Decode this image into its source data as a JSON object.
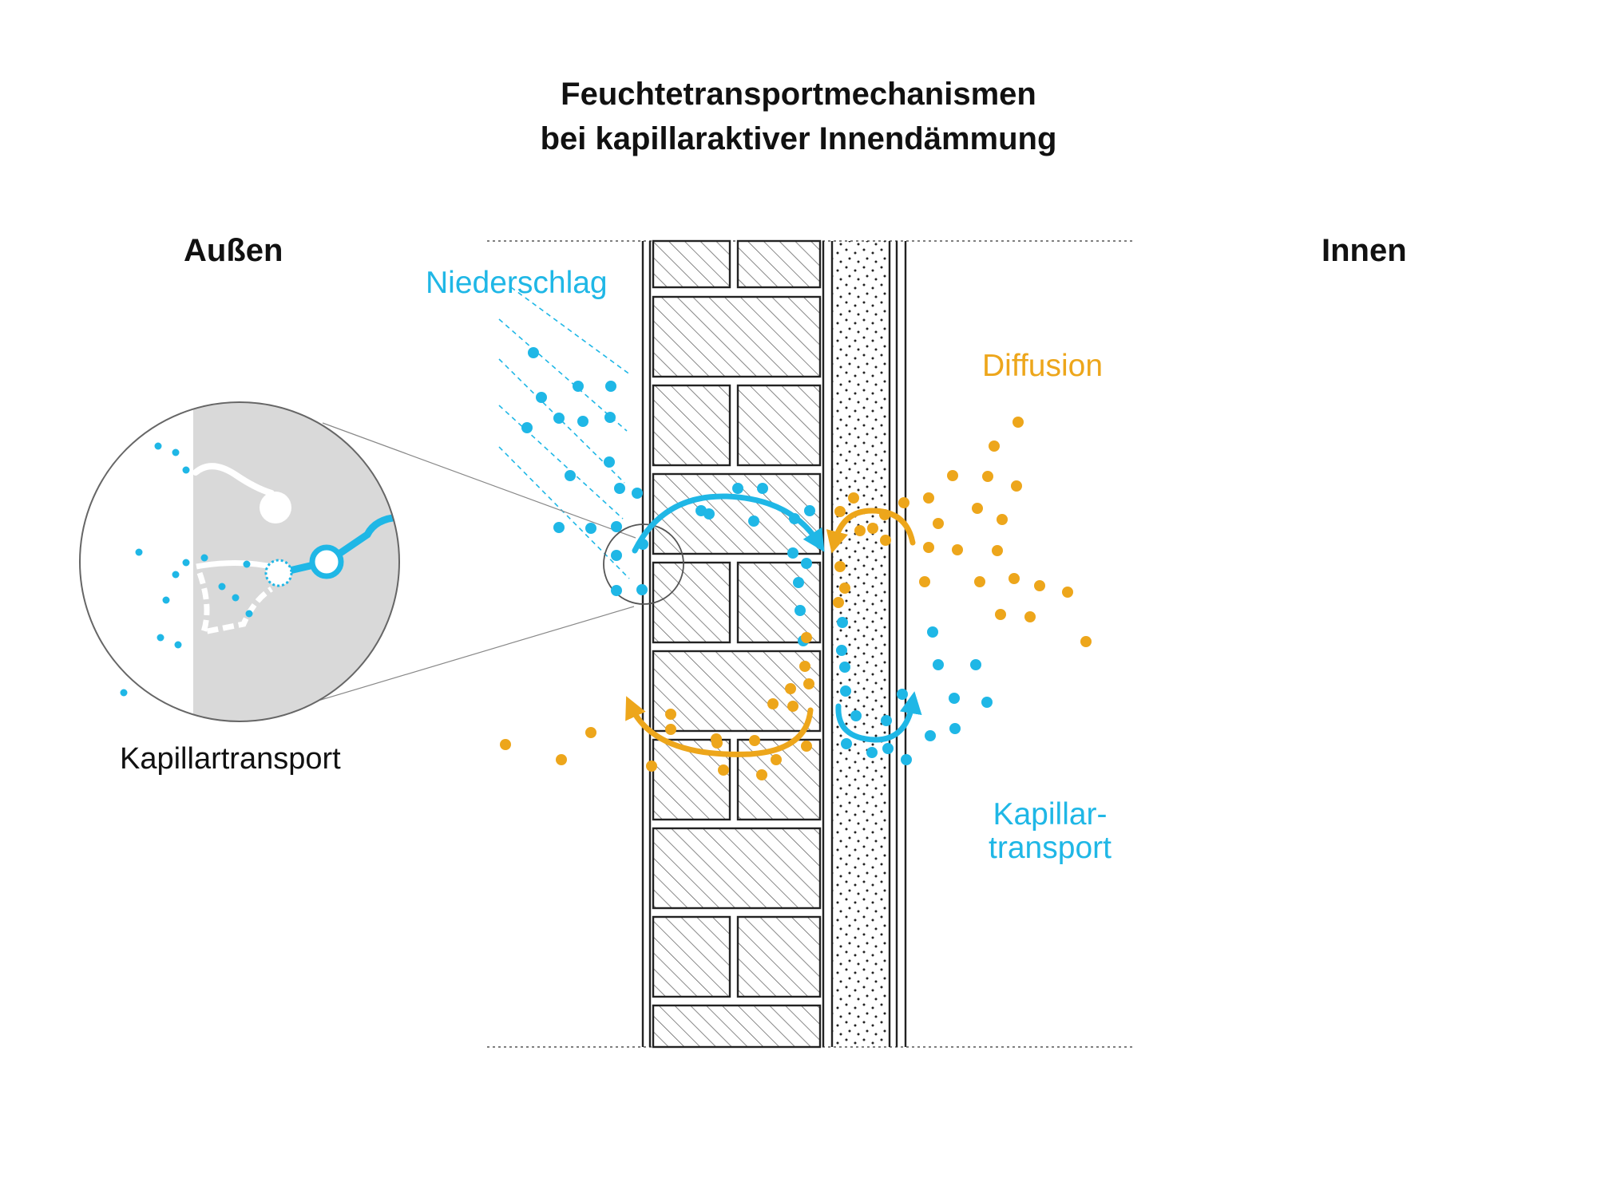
{
  "title": {
    "line1": "Feuchtetransportmechanismen",
    "line2": "bei kapillaraktiver Innendämmung"
  },
  "labels": {
    "outside": "Außen",
    "inside": "Innen",
    "precipitation": "Niederschlag",
    "diffusion": "Diffusion",
    "capillary_right_line1": "Kapillar-",
    "capillary_right_line2": "transport",
    "capillary_zoom": "Kapillartransport"
  },
  "colors": {
    "capillary_blue": "#1fb7e6",
    "diffusion_orange": "#eda61b",
    "line": "#222222",
    "zoom_fill": "#d9d9d9"
  },
  "icons": [
    "water-droplet-icon",
    "vapor-particle-icon",
    "circular-arrow-icon",
    "magnifier-callout-icon"
  ]
}
